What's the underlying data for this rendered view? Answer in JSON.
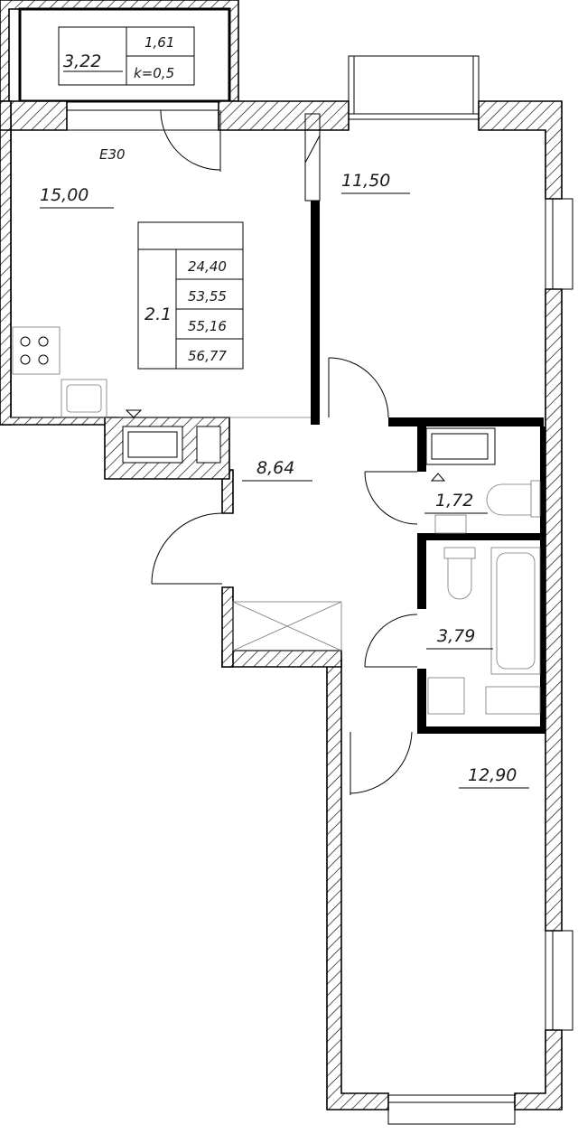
{
  "balcony": {
    "area": "3,22",
    "area_actual": "1,61",
    "coefficient": "k=0,5"
  },
  "fire_rating": "E30",
  "rooms": {
    "kitchen_living": "15,00",
    "bedroom_top": "11,50",
    "hall": "8,64",
    "wc": "1,72",
    "bathroom": "3,79",
    "bedroom_bottom": "12,90"
  },
  "summary": {
    "apartment_code": "2.1",
    "areas": [
      "24,40",
      "53,55",
      "55,16",
      "56,77"
    ]
  }
}
